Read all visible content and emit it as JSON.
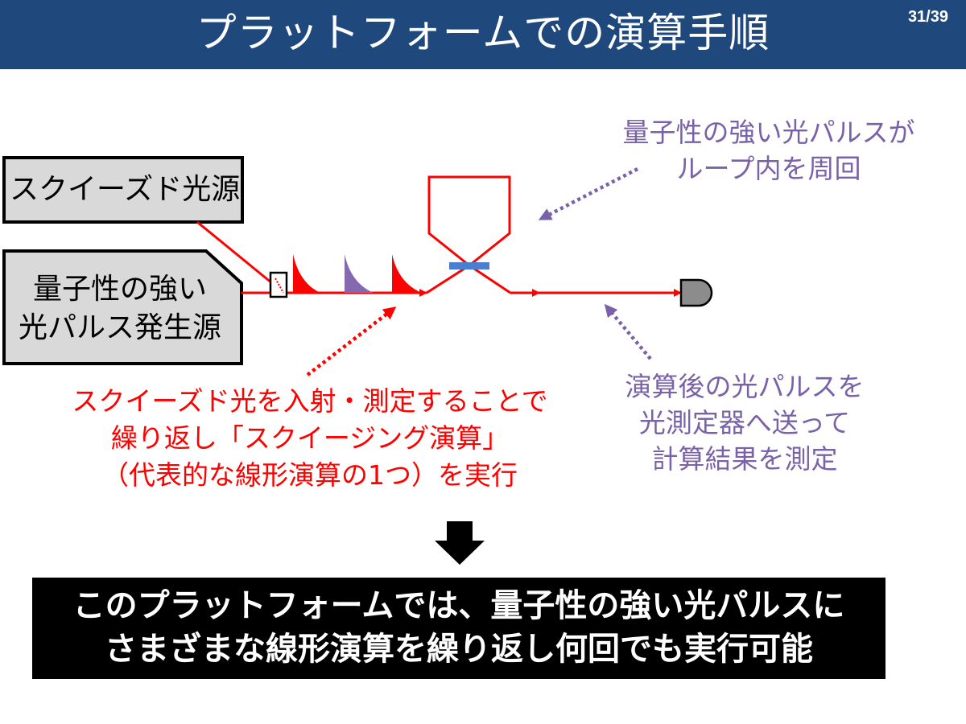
{
  "header": {
    "title": "プラットフォームでの演算手順",
    "page_number": "31/39"
  },
  "diagram": {
    "squeezed_source_label": "スクイーズド光源",
    "pulse_source_lines": [
      "量子性の強い",
      "光パルス発生源"
    ],
    "loop_annotation_lines": [
      "量子性の強い光パルスが",
      "ループ内を周回"
    ],
    "squeezing_annotation_lines": [
      "スクイーズド光を入射・測定することで",
      "繰り返し「スクイージング演算」",
      "（代表的な線形演算の1つ）を実行"
    ],
    "output_annotation_lines": [
      "演算後の光パルスを",
      "光測定器へ送って",
      "計算結果を測定"
    ],
    "colors": {
      "beam": "#ff0000",
      "pulse_red": "#ff0000",
      "pulse_purple": "#8468b0",
      "annotation_purple": "#7a62a8",
      "splitter": "#4a7fd0",
      "detector": "#8c8c8c",
      "header": "#1f487c"
    }
  },
  "conclusion": {
    "lines": [
      "このプラットフォームでは、量子性の強い光パルスに",
      "さまざまな線形演算を繰り返し何回でも実行可能"
    ]
  }
}
